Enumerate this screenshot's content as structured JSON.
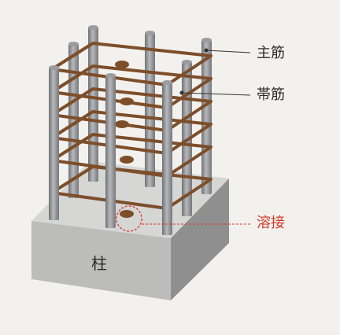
{
  "labels": {
    "main_rebar": "主筋",
    "hoop": "帯筋",
    "weld": "溶接",
    "column": "柱"
  },
  "colors": {
    "background": "#f3f1ed",
    "concrete_top": "#d6d6d4",
    "concrete_front": "#bcbcbb",
    "concrete_side": "#8f8f8f",
    "rebar": "#9a9ca0",
    "hoop": "#7d4e2a",
    "leader_line": "#333333",
    "weld_highlight": "#d33a2c"
  }
}
